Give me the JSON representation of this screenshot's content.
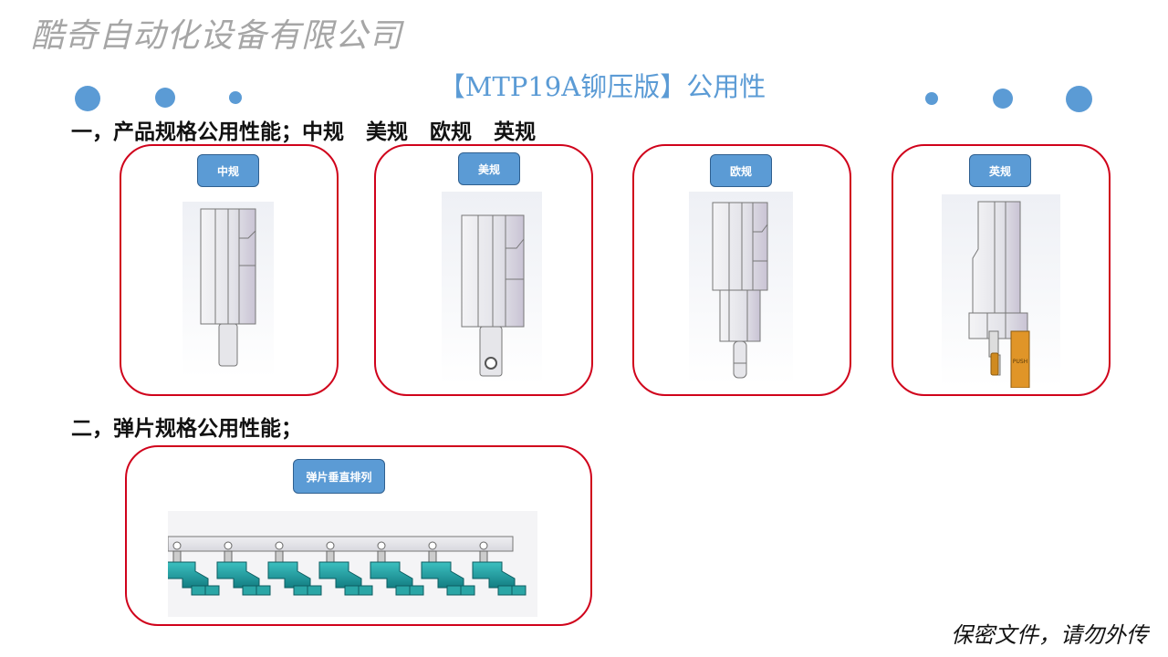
{
  "header": {
    "company": "酷奇自动化设备有限公司",
    "title": "【MTP19A铆压版】公用性"
  },
  "section1": {
    "heading": "一，产品规格公用性能；中规   美规   欧规   英规",
    "cards": [
      {
        "label": "中规",
        "icon": "plug-cn-icon"
      },
      {
        "label": "美规",
        "icon": "plug-us-icon"
      },
      {
        "label": "欧规",
        "icon": "plug-eu-icon"
      },
      {
        "label": "英规",
        "icon": "plug-uk-icon"
      }
    ],
    "uk_push_text": "PUSH"
  },
  "section2": {
    "heading": "二，弹片规格公用性能；",
    "card": {
      "label": "弹片垂直排列",
      "icon": "spring-strip-icon"
    }
  },
  "footer": {
    "confidential": "保密文件，请勿外传"
  },
  "colors": {
    "accent": "#5b9bd5",
    "frame": "#d0021b",
    "teal": "#1fa3a3"
  }
}
